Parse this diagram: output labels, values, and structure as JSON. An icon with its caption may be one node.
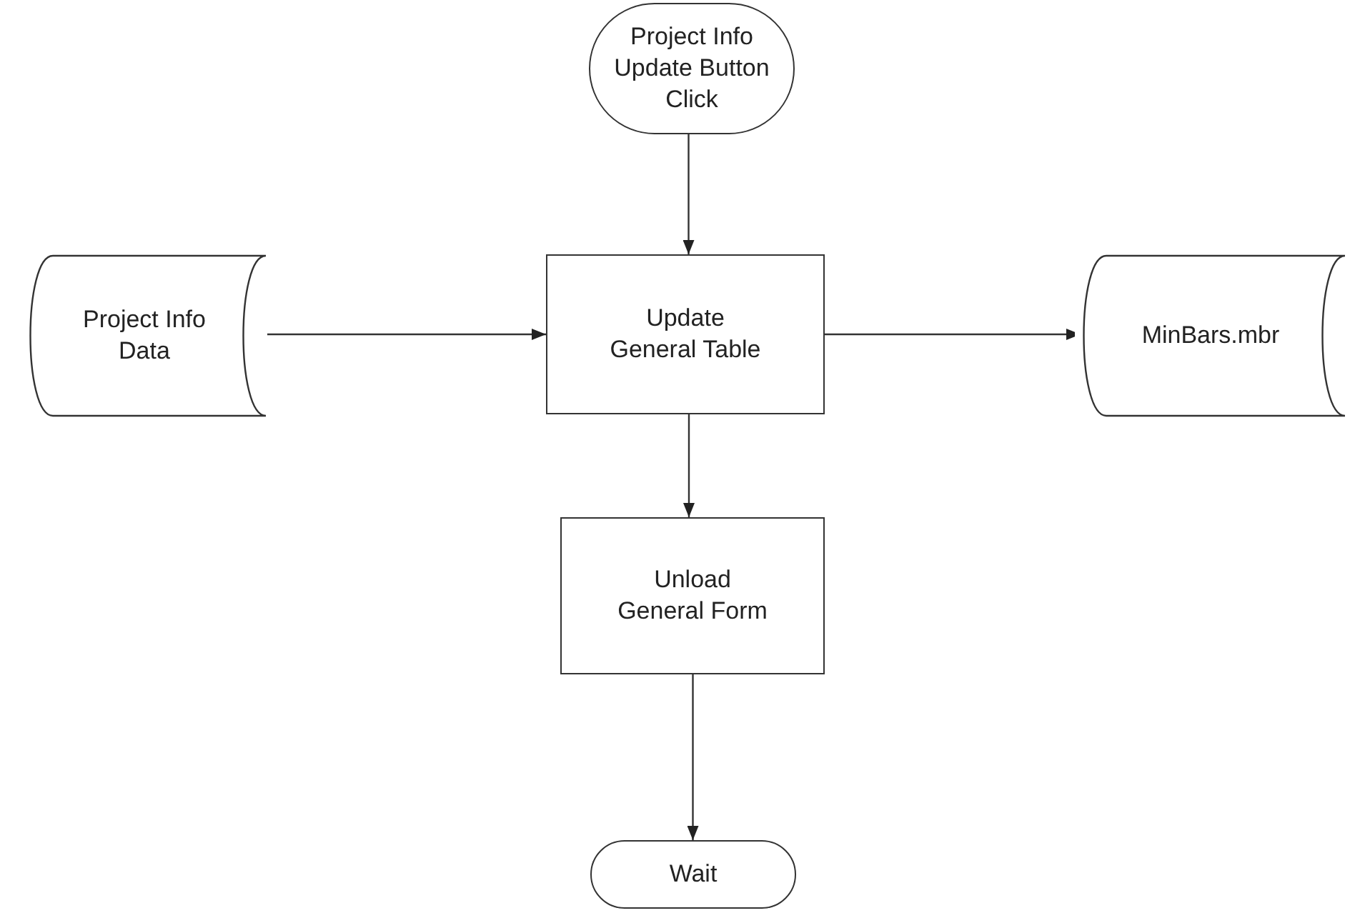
{
  "diagram": {
    "nodes": [
      {
        "text": [
          "Project Info Update Button Click"
        ]
      },
      {
        "text": [
          "Project Info Data"
        ]
      },
      {
        "text": [
          "Update General Table"
        ]
      },
      {
        "text": [
          "MinBars.mbr"
        ]
      },
      {
        "text": [
          "Unload General Form"
        ]
      },
      {
        "text": [
          "Wait"
        ]
      }
    ],
    "edges": [
      {
        "from": 0,
        "to": 2,
        "arrow": "to"
      },
      {
        "from": 1,
        "to": 2,
        "arrow": "to"
      },
      {
        "from": 2,
        "to": 3,
        "arrow": "to"
      },
      {
        "from": 2,
        "to": 4,
        "arrow": "to"
      },
      {
        "from": 4,
        "to": 5,
        "arrow": "to"
      }
    ]
  }
}
